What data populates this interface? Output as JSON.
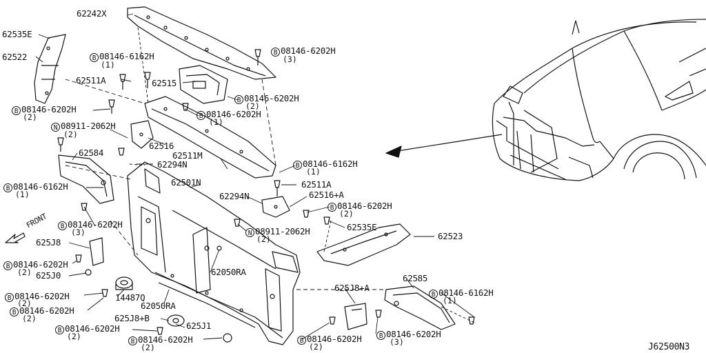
{
  "diagram": {
    "code": "J62500N3",
    "front_label": "FRONT",
    "bolt_prefix": "B",
    "nut_prefix": "N",
    "callouts": [
      {
        "id": "62242x",
        "text": "62242X"
      },
      {
        "id": "62535e-l",
        "text": "62535E"
      },
      {
        "id": "62522",
        "text": "62522"
      },
      {
        "id": "b-6162-top",
        "prefix": "B",
        "text": "08146-6162H",
        "qty": "(1)"
      },
      {
        "id": "b-6202-top",
        "prefix": "B",
        "text": "08146-6202H",
        "qty": "(3)"
      },
      {
        "id": "62511a-l",
        "text": "62511A"
      },
      {
        "id": "62515",
        "text": "62515"
      },
      {
        "id": "b-6202-mid",
        "prefix": "B",
        "text": "08146-6202H",
        "qty": "(2)"
      },
      {
        "id": "b-6202-l1",
        "prefix": "B",
        "text": "08146-6202H",
        "qty": "(2)"
      },
      {
        "id": "b-6202-c1",
        "prefix": "B",
        "text": "08146-6202H",
        "qty": "(1)"
      },
      {
        "id": "n-2062-l",
        "prefix": "N",
        "text": "08911-2062H",
        "qty": "(2)"
      },
      {
        "id": "62516",
        "text": "62516"
      },
      {
        "id": "62584",
        "text": "62584"
      },
      {
        "id": "62511m",
        "text": "62511M"
      },
      {
        "id": "62294n-l",
        "text": "62294N"
      },
      {
        "id": "b-6162-r",
        "prefix": "B",
        "text": "08146-6162H",
        "qty": "(1)"
      },
      {
        "id": "62501n",
        "text": "62501N"
      },
      {
        "id": "b-6162-l",
        "prefix": "B",
        "text": "08146-6162H",
        "qty": "(1)"
      },
      {
        "id": "62511a-r",
        "text": "62511A"
      },
      {
        "id": "62294n-r",
        "text": "62294N"
      },
      {
        "id": "62516a",
        "text": "62516+A"
      },
      {
        "id": "b-6202-r1",
        "prefix": "B",
        "text": "08146-6202H",
        "qty": "(2)"
      },
      {
        "id": "62535e-r",
        "text": "62535E"
      },
      {
        "id": "b-6202-l2",
        "prefix": "B",
        "text": "08146-6202H",
        "qty": "(3)"
      },
      {
        "id": "n-2062-r",
        "prefix": "N",
        "text": "08911-2062H",
        "qty": "(2)"
      },
      {
        "id": "62523",
        "text": "62523"
      },
      {
        "id": "625j8",
        "text": "625J8"
      },
      {
        "id": "b-6202-l3",
        "prefix": "B",
        "text": "08146-6202H",
        "qty": "(2)"
      },
      {
        "id": "625j0",
        "text": "625J0"
      },
      {
        "id": "62050ra-c",
        "text": "62050RA"
      },
      {
        "id": "b-6202-l4",
        "prefix": "B",
        "text": "08146-6202H",
        "qty": "(2)"
      },
      {
        "id": "14487q",
        "text": "14487Q"
      },
      {
        "id": "b-6202-l5",
        "prefix": "B",
        "text": "08146-6202H",
        "qty": "(2)"
      },
      {
        "id": "62050ra-b",
        "text": "62050RA"
      },
      {
        "id": "625j8a",
        "text": "625J8+A"
      },
      {
        "id": "62585",
        "text": "62585"
      },
      {
        "id": "b-6162-br",
        "prefix": "B",
        "text": "08146-6162H",
        "qty": "(1)"
      },
      {
        "id": "625j8b",
        "text": "625J8+B"
      },
      {
        "id": "625j1",
        "text": "625J1"
      },
      {
        "id": "b-6202-b1",
        "prefix": "B",
        "text": "08146-6202H",
        "qty": "(2)"
      },
      {
        "id": "b-6202-b2",
        "prefix": "B",
        "text": "08146-6202H",
        "qty": "(2)"
      },
      {
        "id": "b-6202-b3",
        "prefix": "B",
        "text": "08146-6202H",
        "qty": "(2)"
      },
      {
        "id": "b-6202-b4",
        "prefix": "B",
        "text": "08146-6202H",
        "qty": "(3)"
      }
    ]
  }
}
